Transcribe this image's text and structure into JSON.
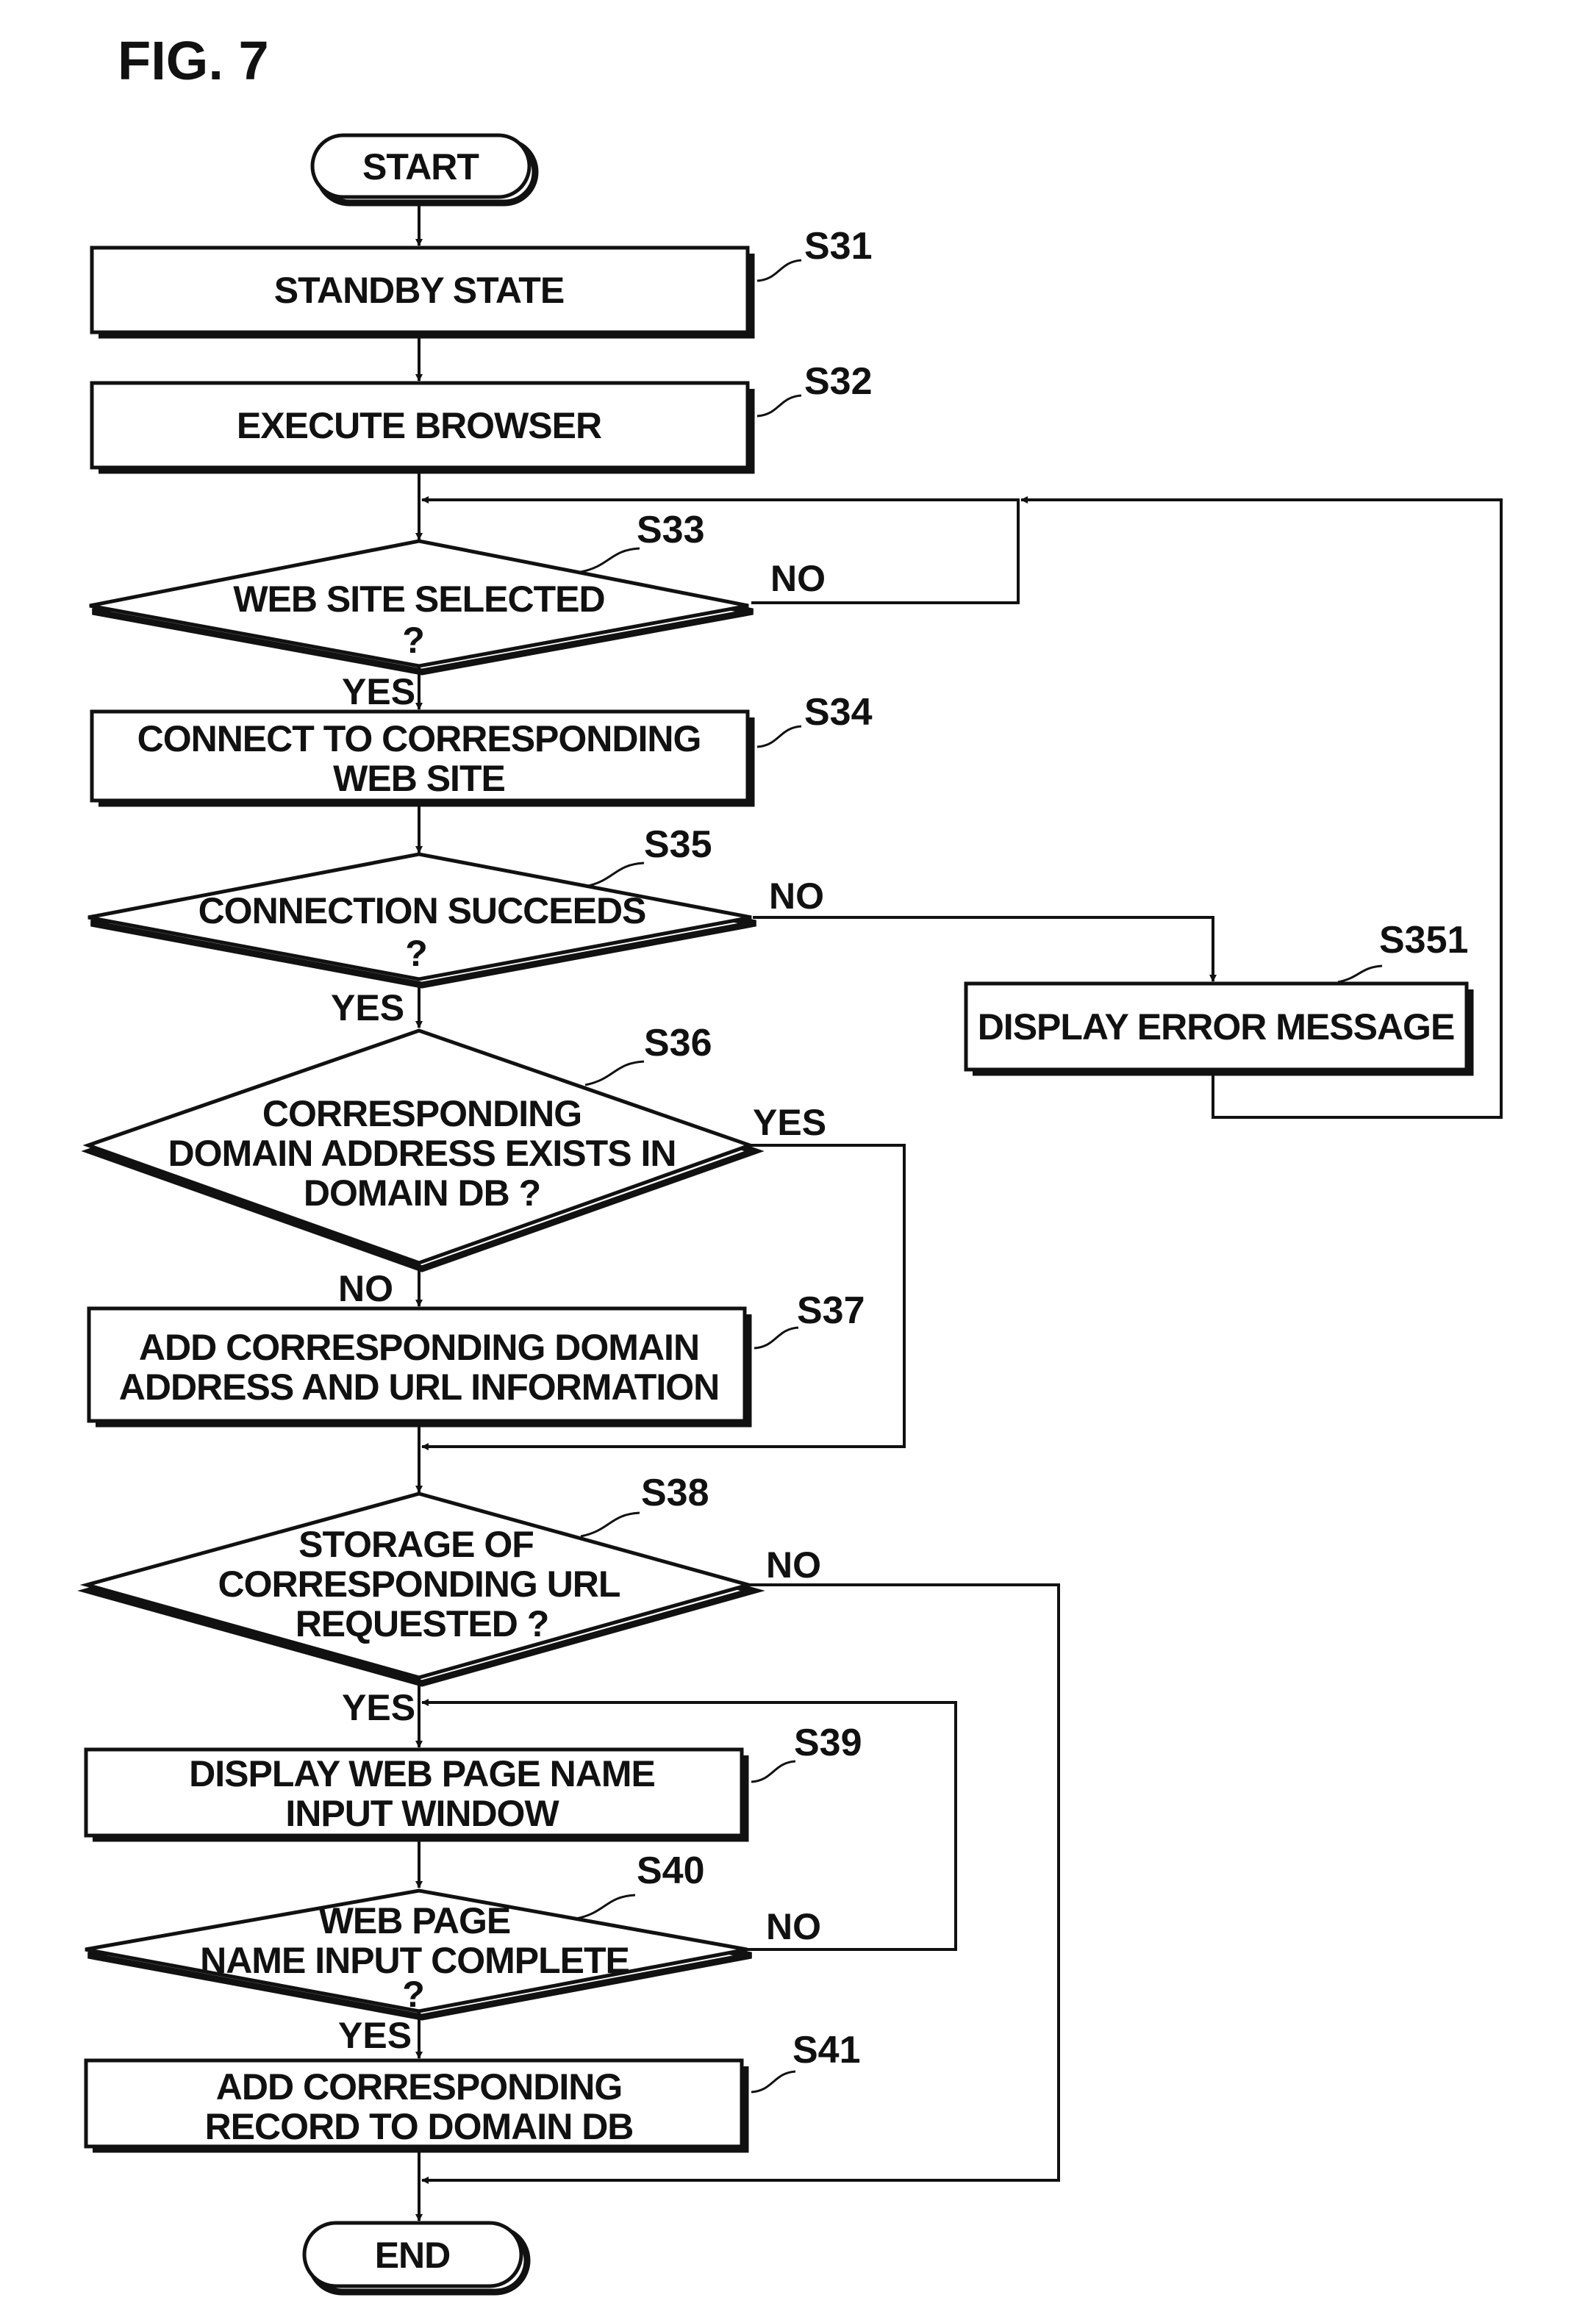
{
  "title": "FIG. 7",
  "terminals": {
    "start": "START",
    "end": "END"
  },
  "steps": {
    "s31": {
      "id": "S31",
      "lines": [
        "STANDBY STATE"
      ]
    },
    "s32": {
      "id": "S32",
      "lines": [
        "EXECUTE BROWSER"
      ]
    },
    "s33": {
      "id": "S33",
      "lines": [
        "WEB SITE SELECTED",
        "?"
      ]
    },
    "s34": {
      "id": "S34",
      "lines": [
        "CONNECT TO CORRESPONDING",
        "WEB SITE"
      ]
    },
    "s35": {
      "id": "S35",
      "lines": [
        "CONNECTION SUCCEEDS",
        "?"
      ]
    },
    "s351": {
      "id": "S351",
      "lines": [
        "DISPLAY ERROR MESSAGE"
      ]
    },
    "s36": {
      "id": "S36",
      "lines": [
        "CORRESPONDING",
        "DOMAIN ADDRESS EXISTS IN",
        "DOMAIN DB ?"
      ]
    },
    "s37": {
      "id": "S37",
      "lines": [
        "ADD CORRESPONDING DOMAIN",
        "ADDRESS AND URL INFORMATION"
      ]
    },
    "s38": {
      "id": "S38",
      "lines": [
        "STORAGE OF",
        "CORRESPONDING URL",
        "REQUESTED ?"
      ]
    },
    "s39": {
      "id": "S39",
      "lines": [
        "DISPLAY WEB PAGE NAME",
        "INPUT WINDOW"
      ]
    },
    "s40": {
      "id": "S40",
      "lines": [
        "WEB PAGE",
        "NAME INPUT COMPLETE",
        "?"
      ]
    },
    "s41": {
      "id": "S41",
      "lines": [
        "ADD CORRESPONDING",
        "RECORD TO DOMAIN DB"
      ]
    }
  },
  "branches": {
    "s33_no": "NO",
    "s33_yes": "YES",
    "s35_no": "NO",
    "s35_yes": "YES",
    "s36_yes": "YES",
    "s36_no": "NO",
    "s38_no": "NO",
    "s38_yes": "YES",
    "s40_no": "NO",
    "s40_yes": "YES"
  }
}
